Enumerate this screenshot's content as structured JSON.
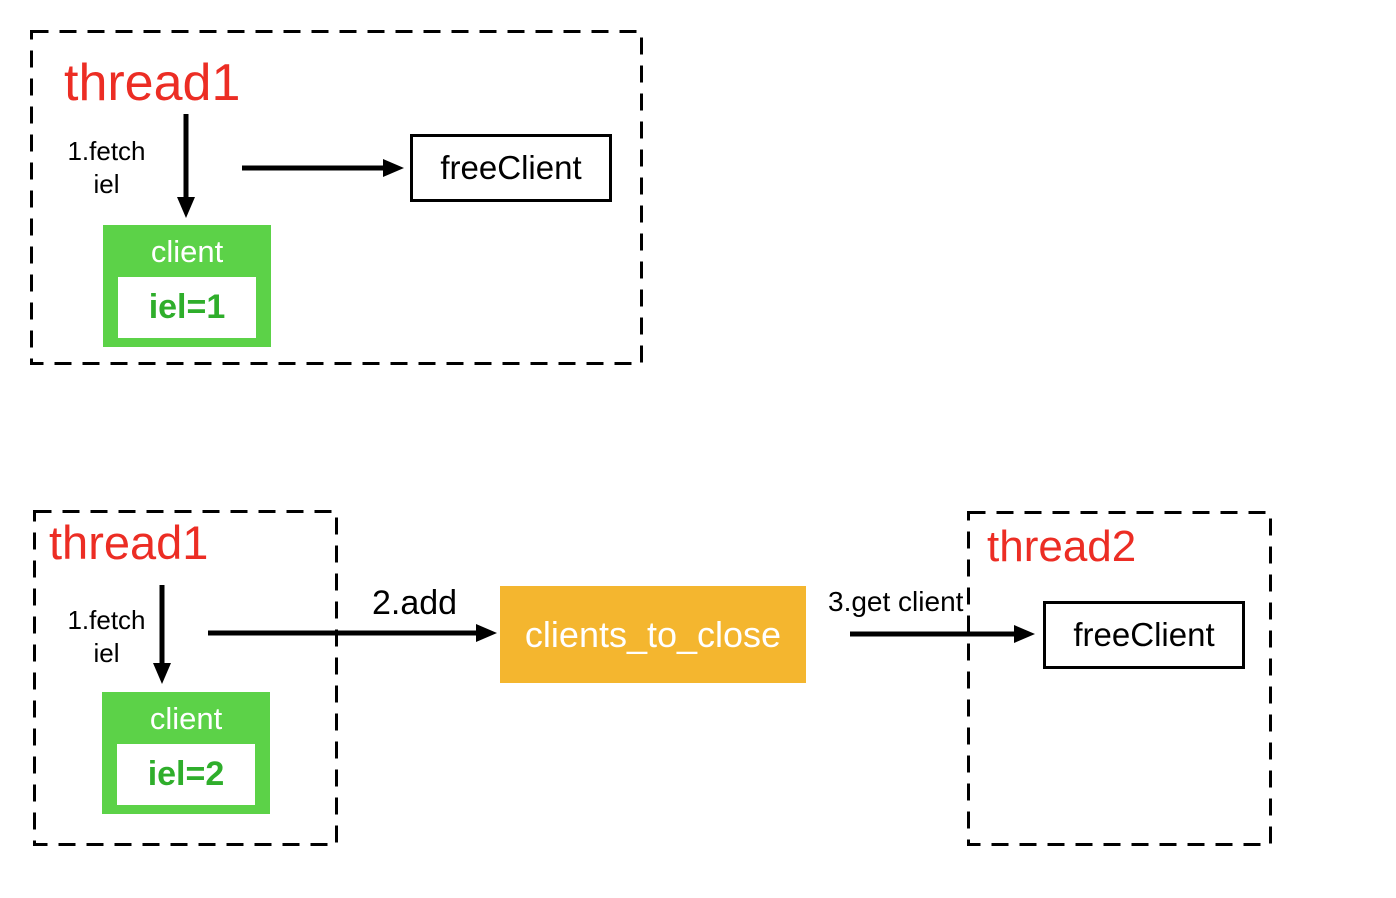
{
  "colors": {
    "red": "#EC2D24",
    "green_box": "#5CD248",
    "green_text": "#2FAE2B",
    "orange": "#F4B62F",
    "line_black": "#000000"
  },
  "top": {
    "thread_label": "thread1",
    "fetch_step": {
      "line1": "1.fetch",
      "line2": "iel"
    },
    "free_client_label": "freeClient",
    "client": {
      "title": "client",
      "value": "iel=1"
    }
  },
  "bottom": {
    "thread1_label": "thread1",
    "fetch_step": {
      "line1": "1.fetch",
      "line2": "iel"
    },
    "client": {
      "title": "client",
      "value": "iel=2"
    },
    "add_step_label": "2.add",
    "queue_label": "clients_to_close",
    "get_step_label": "3.get client",
    "thread2_label": "thread2",
    "free_client_label": "freeClient"
  }
}
